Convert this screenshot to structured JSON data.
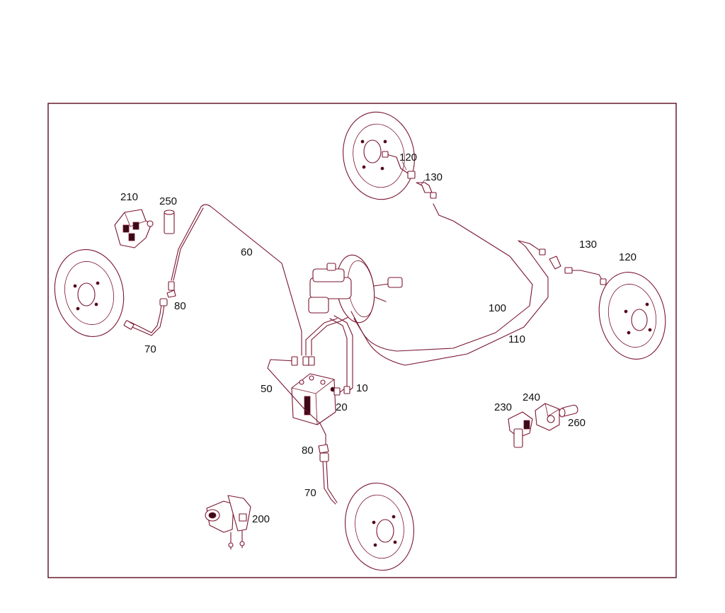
{
  "callouts": {
    "c10": "10",
    "c20": "20",
    "c50": "50",
    "c60": "60",
    "c70a": "70",
    "c70b": "70",
    "c80a": "80",
    "c80b": "80",
    "c100": "100",
    "c110": "110",
    "c120a": "120",
    "c120b": "120",
    "c130a": "130",
    "c130b": "130",
    "c200": "200",
    "c210": "210",
    "c230": "230",
    "c240": "240",
    "c250": "250",
    "c260": "260"
  },
  "colors": {
    "line": "#7a1530",
    "frame": "#5a0a1e",
    "text": "#111111",
    "background": "#ffffff"
  }
}
